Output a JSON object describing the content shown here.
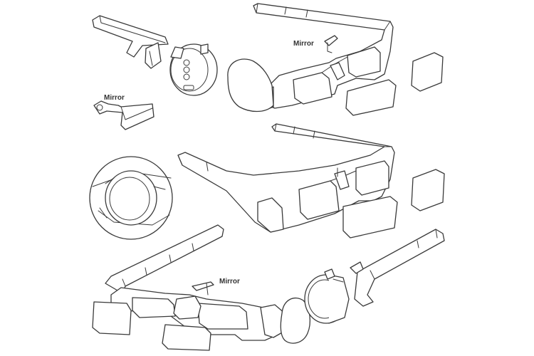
{
  "labels": {
    "mirror_top_right": "Mirror",
    "mirror_top_left": "Mirror",
    "mirror_bottom": "Mirror"
  },
  "colors": {
    "line": "#3a3a3a",
    "background": "#ffffff"
  }
}
